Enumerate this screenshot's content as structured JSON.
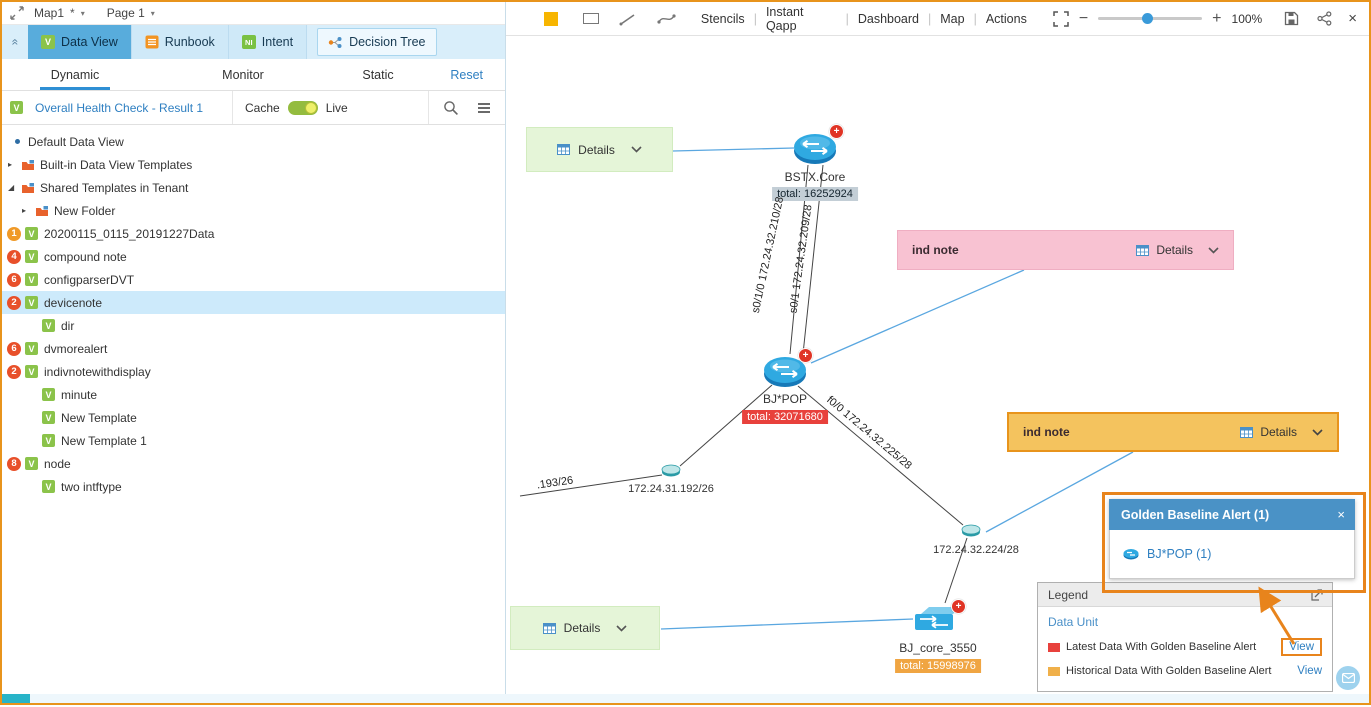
{
  "icons": {
    "v_label": "V",
    "caret_down": "▾",
    "collapse": "«",
    "tree_collapsed": "▸",
    "tree_expanded": "◢",
    "pipe": "|",
    "minus": "−",
    "plus": "+",
    "plus_badge": "+",
    "close": "×"
  },
  "window": {
    "map_title": "Map1",
    "modified": "*",
    "page_label": "Page 1"
  },
  "sidebar": {
    "tabs": [
      {
        "label": "Data View",
        "icon_label": "V"
      },
      {
        "label": "Runbook"
      },
      {
        "label": "Intent",
        "icon_label": "NI"
      },
      {
        "label": "Decision Tree"
      }
    ],
    "subtabs": [
      "Dynamic",
      "Monitor",
      "Static"
    ],
    "reset_label": "Reset",
    "filter": {
      "result_label": "Overall Health Check - Result 1",
      "cache_label": "Cache",
      "live_label": "Live"
    },
    "tree": [
      {
        "label": "Default Data View"
      },
      {
        "label": "Built-in Data View Templates"
      },
      {
        "label": "Shared Templates in Tenant"
      },
      {
        "label": "New Folder"
      },
      {
        "label": "20200115_0115_20191227Data",
        "badge": "1"
      },
      {
        "label": "compound note",
        "badge": "4"
      },
      {
        "label": "configparserDVT",
        "badge": "6"
      },
      {
        "label": "devicenote",
        "badge": "2"
      },
      {
        "label": "dir"
      },
      {
        "label": "dvmorealert",
        "badge": "6"
      },
      {
        "label": "indivnotewithdisplay",
        "badge": "2"
      },
      {
        "label": "minute"
      },
      {
        "label": "New Template"
      },
      {
        "label": "New Template 1"
      },
      {
        "label": "node",
        "badge": "8"
      },
      {
        "label": "two intftype"
      }
    ]
  },
  "toolbar": {
    "menu": [
      "Stencils",
      "Instant Qapp",
      "Dashboard",
      "Map",
      "Actions"
    ],
    "zoom": "100%"
  },
  "map": {
    "devices": [
      {
        "name": "BSTX.Core",
        "total": "total: 16252924"
      },
      {
        "name": "BJ*POP",
        "total": "total: 32071680"
      },
      {
        "name": "BJ_core_3550",
        "total": "total: 15998976"
      }
    ],
    "subnets": [
      "172.24.31.192/26",
      "172.24.32.224/28"
    ],
    "links": [
      "s0/1/0 172.24.32.210/28",
      "s0/1 172.24.32.209/28",
      ".193/26",
      "f0/0 172.24.32.225/28"
    ],
    "notes": [
      {
        "details_label": "Details"
      },
      {
        "title": "ind note",
        "details_label": "Details"
      },
      {
        "title": "ind note",
        "details_label": "Details"
      },
      {
        "details_label": "Details"
      }
    ],
    "alert_popup": {
      "title": "Golden Baseline Alert (1)",
      "device_link": "BJ*POP (1)"
    },
    "legend": {
      "title": "Legend",
      "section": "Data Unit",
      "rows": [
        {
          "label": "Latest Data With Golden Baseline Alert",
          "action": "View"
        },
        {
          "label": "Historical Data With Golden Baseline Alert",
          "action": "View"
        }
      ]
    }
  },
  "colors": {
    "annotation": "#e8841c",
    "alert_red": "#e8413c",
    "alert_orange": "#f0a542",
    "accent_blue": "#2e7fc1",
    "note_green": "#e5f5d8",
    "note_pink": "#f8c2d2",
    "note_orange": "#f4c35e",
    "tab_active": "#58acdc",
    "selected_row": "#cdeafb"
  }
}
